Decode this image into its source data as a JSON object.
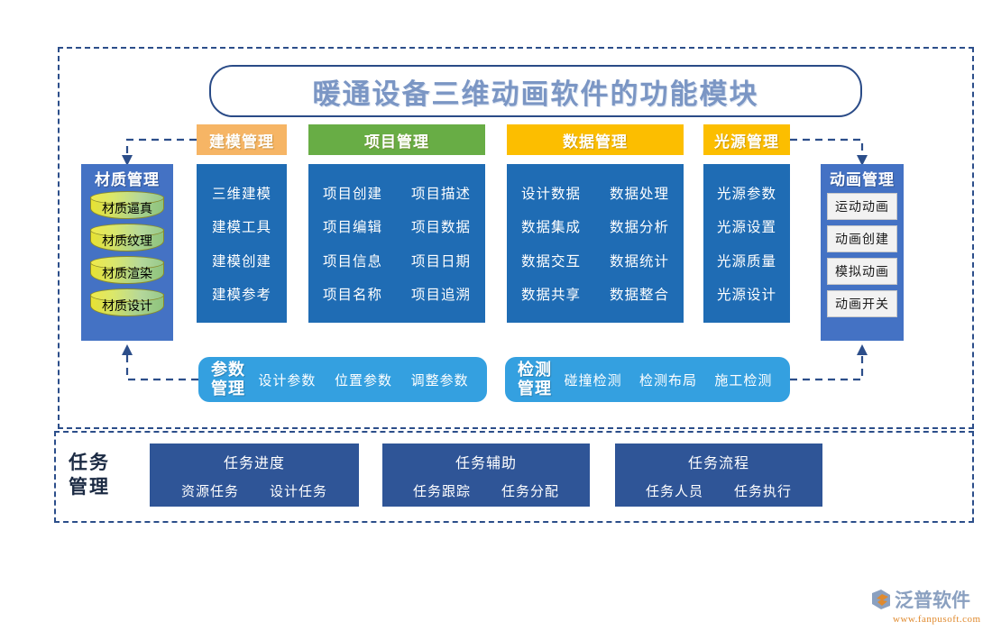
{
  "title": "暖通设备三维动画软件的功能模块",
  "colors": {
    "frame_dashed": "#2c4e8a",
    "chip_orange": "#f6b565",
    "chip_green": "#68ad45",
    "chip_yellow": "#fcbe00",
    "panel_blue": "#1f6cb4",
    "side_blue": "#4472c4",
    "bar_blue": "#34a0e0",
    "task_blue": "#2f5597",
    "title_text": "#7b96c4"
  },
  "material": {
    "title": "材质管理",
    "items": [
      {
        "label": "材质逼真"
      },
      {
        "label": "材质纹理"
      },
      {
        "label": "材质渲染"
      },
      {
        "label": "材质设计"
      }
    ]
  },
  "categories": [
    {
      "header": "建模管理",
      "columns": [
        [
          "三维建模",
          "建模工具",
          "建模创建",
          "建模参考"
        ]
      ]
    },
    {
      "header": "项目管理",
      "columns": [
        [
          "项目创建",
          "项目编辑",
          "项目信息",
          "项目名称"
        ],
        [
          "项目描述",
          "项目数据",
          "项目日期",
          "项目追溯"
        ]
      ]
    },
    {
      "header": "数据管理",
      "columns": [
        [
          "设计数据",
          "数据集成",
          "数据交互",
          "数据共享"
        ],
        [
          "数据处理",
          "数据分析",
          "数据统计",
          "数据整合"
        ]
      ]
    },
    {
      "header": "光源管理",
      "columns": [
        [
          "光源参数",
          "光源设置",
          "光源质量",
          "光源设计"
        ]
      ]
    }
  ],
  "animation": {
    "title": "动画管理",
    "items": [
      {
        "label": "运动动画"
      },
      {
        "label": "动画创建"
      },
      {
        "label": "模拟动画"
      },
      {
        "label": "动画开关"
      }
    ]
  },
  "bars": [
    {
      "title_line1": "参数",
      "title_line2": "管理",
      "items": [
        "设计参数",
        "位置参数",
        "调整参数"
      ]
    },
    {
      "title_line1": "检测",
      "title_line2": "管理",
      "items": [
        "碰撞检测",
        "检测布局",
        "施工检测"
      ]
    }
  ],
  "task": {
    "label_line1": "任务",
    "label_line2": "管理",
    "cards": [
      {
        "title": "任务进度",
        "items": [
          "资源任务",
          "设计任务"
        ]
      },
      {
        "title": "任务辅助",
        "items": [
          "任务跟踪",
          "任务分配"
        ]
      },
      {
        "title": "任务流程",
        "items": [
          "任务人员",
          "任务执行"
        ]
      }
    ]
  },
  "logo": {
    "name": "泛普软件",
    "url": "www.fanpusoft.com"
  }
}
